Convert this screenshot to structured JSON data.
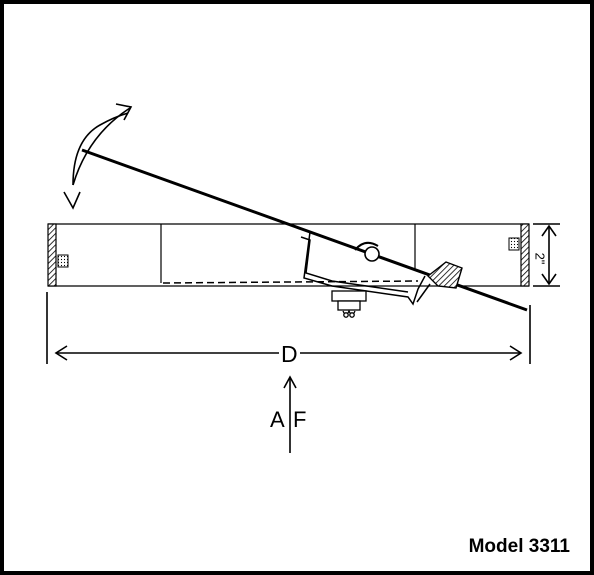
{
  "labels": {
    "diameter": "D",
    "airflow_a": "A",
    "airflow_f": "F",
    "height": "2\"",
    "model": "Model 3311"
  }
}
